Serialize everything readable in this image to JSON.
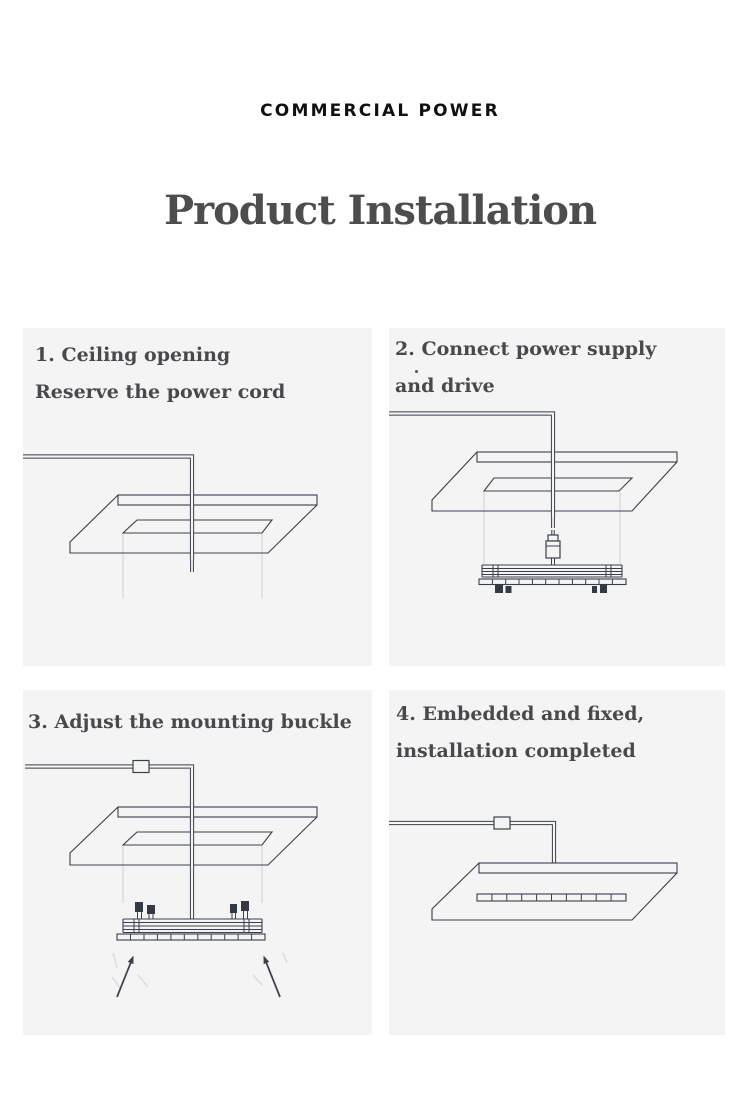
{
  "brand": "COMMERCIAL POWER",
  "page_title": "Product Installation",
  "steps": [
    {
      "lines": [
        "1. Ceiling opening",
        "Reserve the power cord"
      ]
    },
    {
      "lines": [
        "2. Connect power supply",
        "and drive"
      ]
    },
    {
      "lines": [
        "3. Adjust the mounting buckle"
      ]
    },
    {
      "lines": [
        "4. Embedded and fixed,",
        "installation completed"
      ]
    }
  ],
  "illustrations": [
    "ceiling-panel-with-cutout-opening-and-reserved-power-cord",
    "power-cord-plug-connector-above-detached-light-fixture",
    "light-fixture-with-spring-mounting-buckles-being-pushed-up",
    "panel-light-embedded-flush-into-ceiling-opening"
  ],
  "colors": {
    "page_background": "#ffffff",
    "panel_background": "#f4f4f5",
    "line": "#3a3f49",
    "faint_guide_line": "#d7d7da",
    "heading_text": "#101010",
    "title_text": "#4d4d4f",
    "step_text": "#49494d"
  }
}
